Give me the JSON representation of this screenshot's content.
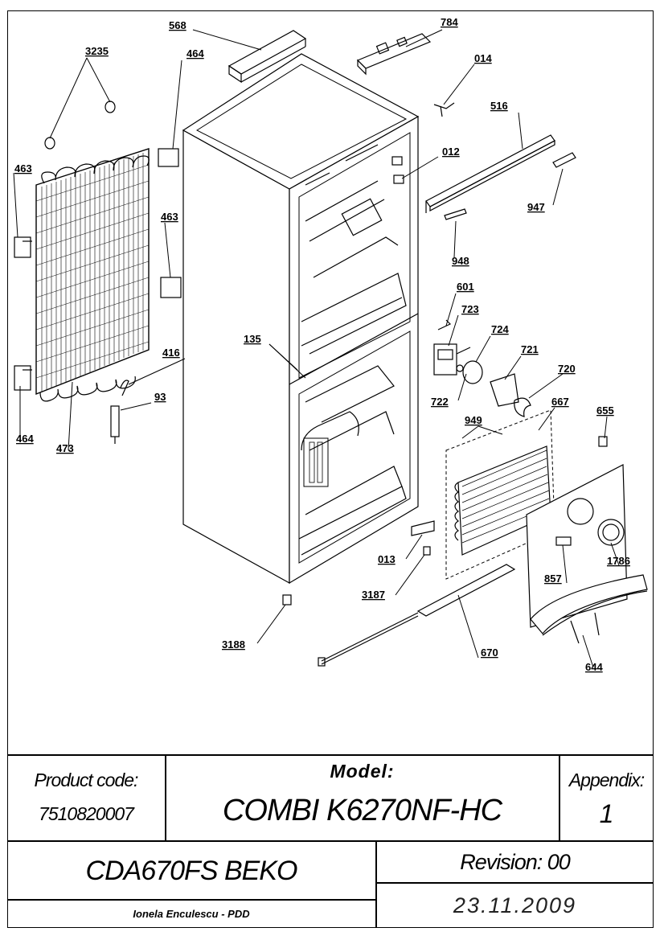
{
  "part_labels": [
    {
      "id": "p568",
      "text": "568"
    },
    {
      "id": "p784",
      "text": "784"
    },
    {
      "id": "p3235",
      "text": "3235"
    },
    {
      "id": "p464a",
      "text": "464"
    },
    {
      "id": "p014",
      "text": "014"
    },
    {
      "id": "p516",
      "text": "516"
    },
    {
      "id": "p463a",
      "text": "463"
    },
    {
      "id": "p012",
      "text": "012"
    },
    {
      "id": "p947",
      "text": "947"
    },
    {
      "id": "p463b",
      "text": "463"
    },
    {
      "id": "p948",
      "text": "948"
    },
    {
      "id": "p601",
      "text": "601"
    },
    {
      "id": "p723",
      "text": "723"
    },
    {
      "id": "p724",
      "text": "724"
    },
    {
      "id": "p135",
      "text": "135"
    },
    {
      "id": "p416",
      "text": "416"
    },
    {
      "id": "p721",
      "text": "721"
    },
    {
      "id": "p720",
      "text": "720"
    },
    {
      "id": "p93",
      "text": "93"
    },
    {
      "id": "p722",
      "text": "722"
    },
    {
      "id": "p667",
      "text": "667"
    },
    {
      "id": "p655",
      "text": "655"
    },
    {
      "id": "p949",
      "text": "949"
    },
    {
      "id": "p464b",
      "text": "464"
    },
    {
      "id": "p473",
      "text": "473"
    },
    {
      "id": "p013",
      "text": "013"
    },
    {
      "id": "p1786",
      "text": "1786"
    },
    {
      "id": "p857",
      "text": "857"
    },
    {
      "id": "p3187",
      "text": "3187"
    },
    {
      "id": "p3188",
      "text": "3188"
    },
    {
      "id": "p670",
      "text": "670"
    },
    {
      "id": "p644",
      "text": "644"
    }
  ],
  "title_block": {
    "product_code_label": "Product code:",
    "product_code_value": "7510820007",
    "model_label": "Model:",
    "model_value": "COMBI K6270NF-HC",
    "appendix_label": "Appendix:",
    "appendix_value": "1",
    "variant": "CDA670FS BEKO",
    "revision": "Revision: 00",
    "author": "Ionela Enculescu - PDD",
    "date": "23.11.2009"
  }
}
